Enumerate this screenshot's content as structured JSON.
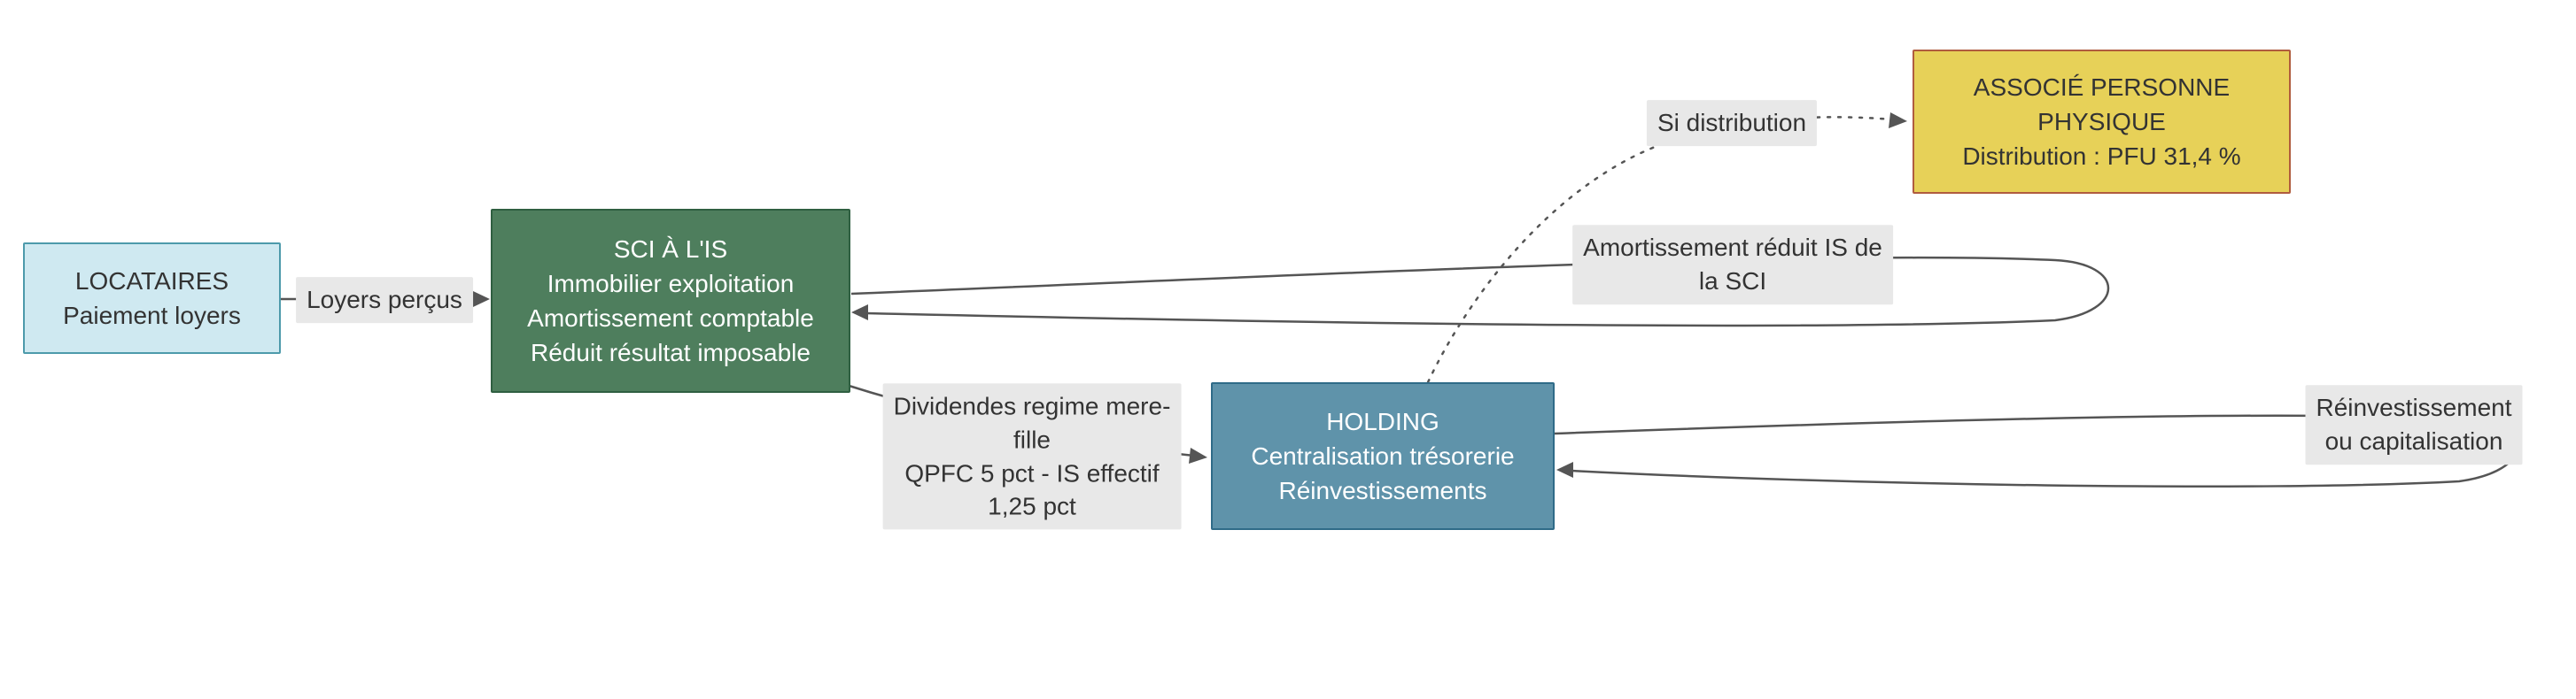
{
  "diagram": {
    "nodes": {
      "locataires": {
        "lines": [
          "LOCATAIRES",
          "Paiement loyers"
        ],
        "fill": "#cfe9f1",
        "border": "#4d9aab",
        "text_color": "#333333"
      },
      "sci": {
        "lines": [
          "SCI À L'IS",
          "Immobilier exploitation",
          "Amortissement comptable",
          "Réduit résultat imposable"
        ],
        "fill": "#4e7e5d",
        "border": "#2f5f41",
        "text_color": "#ffffff"
      },
      "holding": {
        "lines": [
          "HOLDING",
          "Centralisation trésorerie",
          "Réinvestissements"
        ],
        "fill": "#5f93aa",
        "border": "#2f6b88",
        "text_color": "#ffffff"
      },
      "associe": {
        "lines": [
          "ASSOCIÉ PERSONNE",
          "PHYSIQUE",
          "Distribution : PFU 31,4 %"
        ],
        "fill": "#e7d158",
        "border": "#b05c3e",
        "text_color": "#333333"
      }
    },
    "edge_labels": {
      "loyers": "Loyers perçus",
      "dividendes": [
        "Dividendes regime mere-",
        "fille",
        "QPFC 5 pct - IS effectif",
        "1,25 pct"
      ],
      "si_distribution": "Si distribution",
      "amortissement": [
        "Amortissement réduit IS de",
        "la SCI"
      ],
      "reinvestissement": [
        "Réinvestissement",
        "ou capitalisation"
      ]
    },
    "edge_style": {
      "line_color": "#555555",
      "label_background": "#e8e8e8"
    }
  }
}
